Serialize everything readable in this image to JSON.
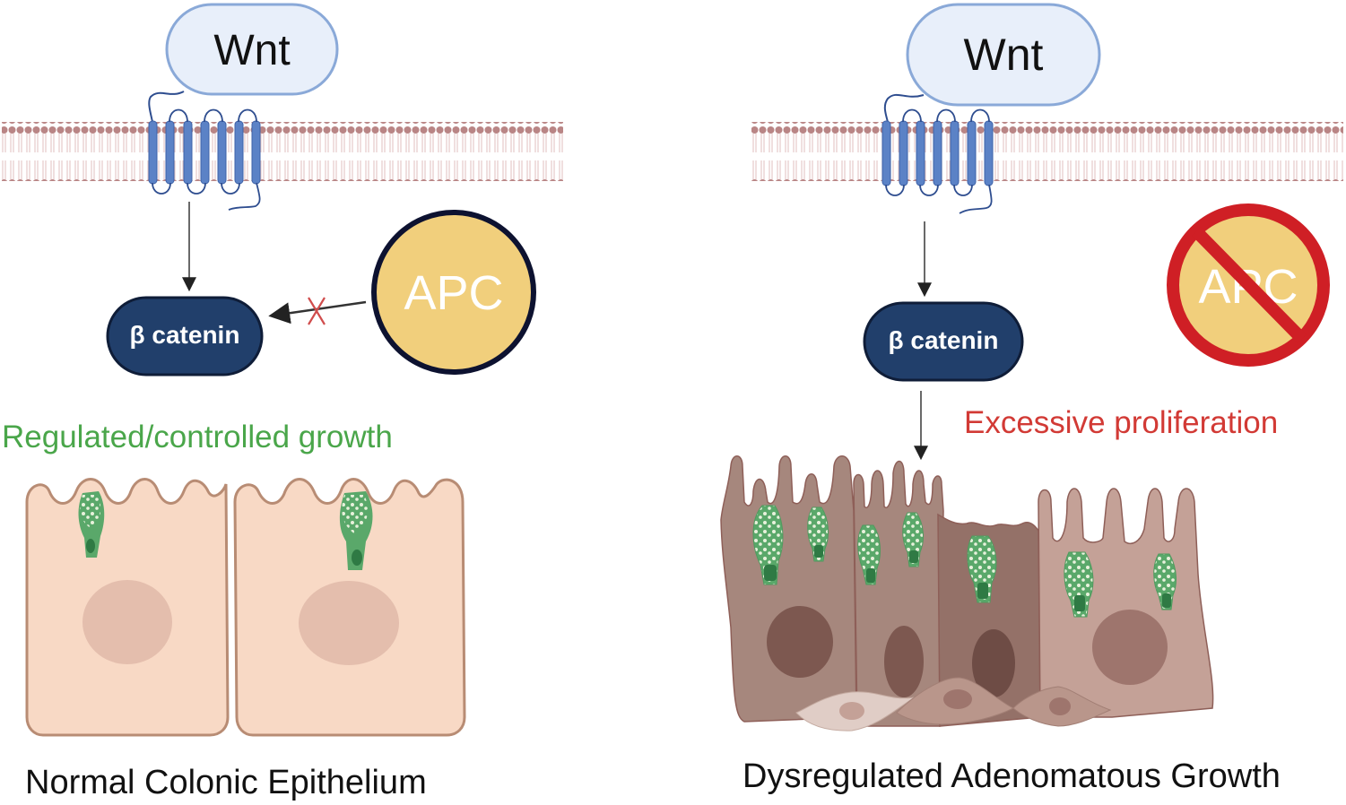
{
  "diagram": {
    "left_panel": {
      "ligand_label": "Wnt",
      "protein_label": "β catenin",
      "regulator_label": "APC",
      "regulation_mark": "blocked",
      "growth_caption": "Regulated/controlled growth",
      "tissue_title": "Normal Colonic Epithelium"
    },
    "right_panel": {
      "ligand_label": "Wnt",
      "protein_label": "β catenin",
      "regulator_label": "APC",
      "regulator_state": "absent",
      "growth_caption": "Excessive proliferation",
      "tissue_title": "Dysregulated Adenomatous Growth"
    }
  },
  "colors": {
    "wnt_fill": "#e8effa",
    "wnt_stroke": "#8aa9d8",
    "receptor": "#5b82c6",
    "membrane_head": "#b98585",
    "membrane_tail": "#e6c9c9",
    "catenin_fill": "#213f6b",
    "apc_fill": "#f1cf7c",
    "apc_stroke": "#0d1230",
    "prohibit_red": "#cf1f25",
    "block_x": "#d04c4c",
    "normal_caption": "#4aa64a",
    "excess_caption": "#d23a35",
    "normal_cell": "#f8d9c5",
    "normal_cell_stroke": "#b88c74",
    "normal_nucleus": "#e4bead",
    "goblet": "#5aa86a",
    "goblet_dark": "#2f7a44"
  }
}
